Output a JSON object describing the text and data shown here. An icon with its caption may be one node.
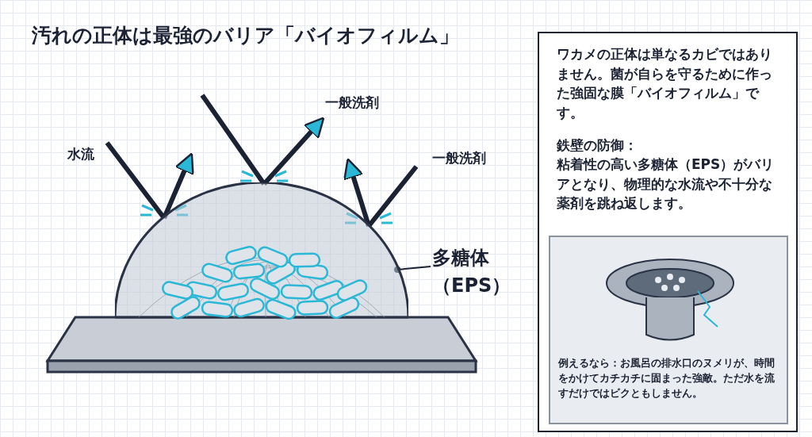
{
  "diagram": {
    "title": "汚れの正体は最強のバリア「バイオフィルム」",
    "nodes": [
      {
        "text": [],
        "shape": "picture"
      },
      {
        "text": [
          "多糖体（EPS）"
        ]
      },
      {
        "text": [
          "ワカメの正体は単なるカビではありません。菌が自らを守るために作った強固な膜「バイオフィルム」です。",
          "鉄壁の防御：",
          "粘着性の高い多糖体（EPS）がバリアとなり、物理的な水流や不十分な薬剤を跳ね返します。"
        ]
      },
      {
        "text": [
          "例えるなら：お風呂の排水口のヌメリが、時間をかけてカチカチに固まった強敵。ただ水を流すだけではビクともしません。"
        ],
        "in": 2
      }
    ],
    "edges": [
      {
        "from": 1,
        "to": 0,
        "arrow": "other"
      }
    ],
    "labels": [
      "水流",
      "一般洗剤",
      "一般洗剤"
    ]
  }
}
